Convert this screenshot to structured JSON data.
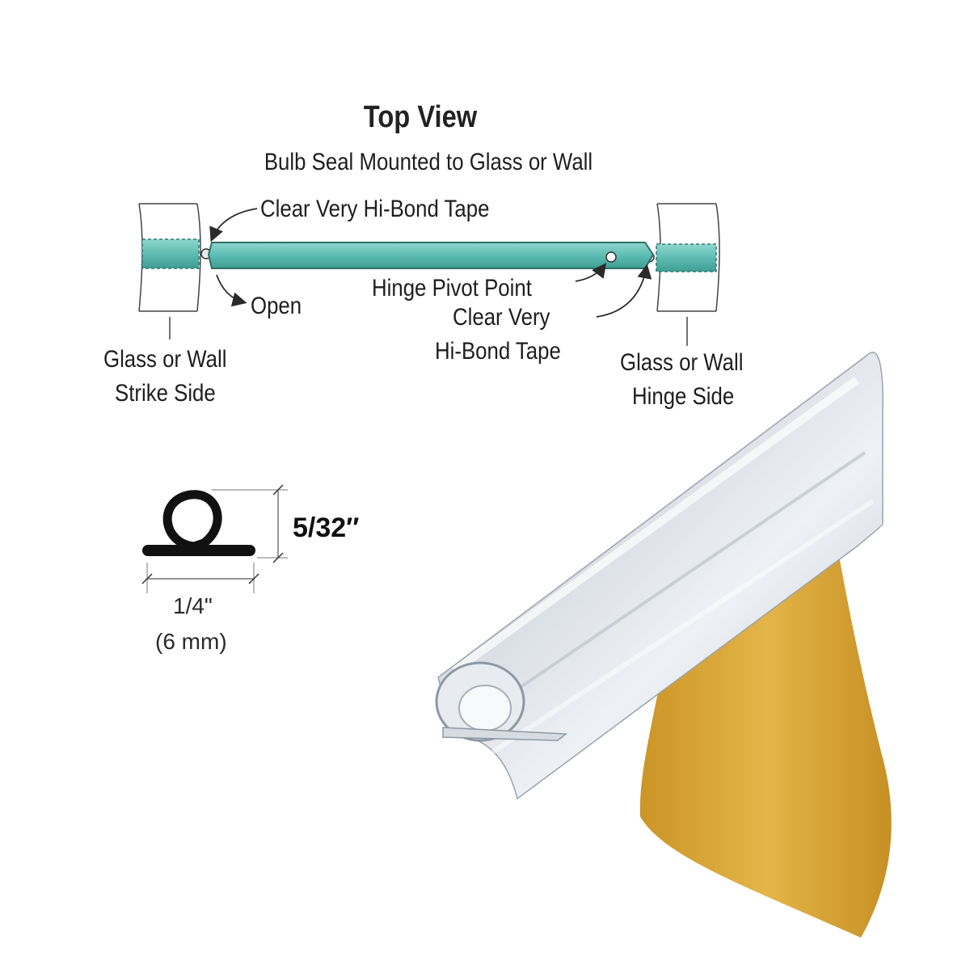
{
  "diagram": {
    "title": "Top View",
    "subtitle": "Bulb Seal Mounted to Glass or Wall",
    "callouts": {
      "tape_top": "Clear Very Hi-Bond Tape",
      "open": "Open",
      "pivot": "Hinge Pivot Point",
      "tape_right_line1": "Clear Very",
      "tape_right_line2": "Hi-Bond Tape",
      "strike_line1": "Glass or Wall",
      "strike_line2": "Strike Side",
      "hinge_line1": "Glass or Wall",
      "hinge_line2": "Hinge Side"
    },
    "profile": {
      "height_label": "5/32″",
      "width_label": "1/4\"",
      "width_metric": "(6 mm)"
    }
  },
  "colors": {
    "glass_teal": "#5ebdb3",
    "seal_clear": "#dfe4ea",
    "tape_amber": "#d9a52b",
    "profile_black": "#111111"
  }
}
